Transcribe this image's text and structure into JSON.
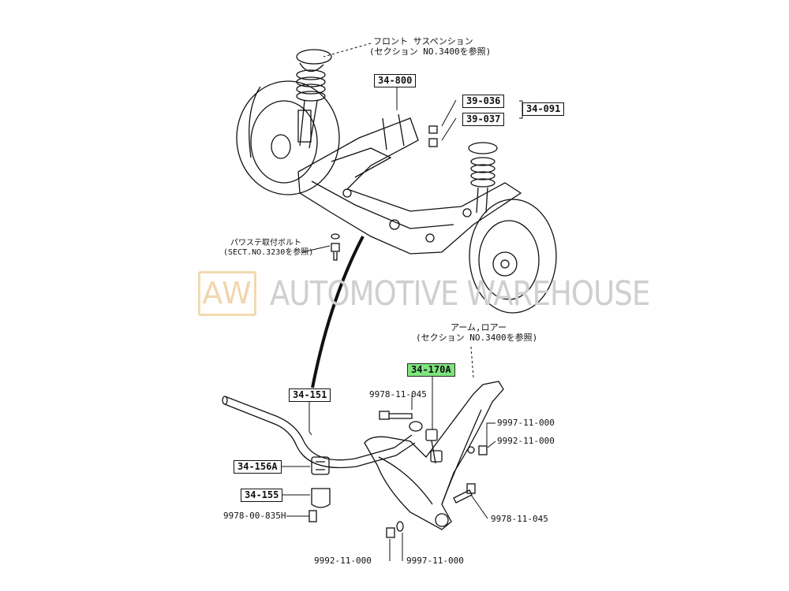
{
  "watermark": {
    "logo": "AW",
    "text": "AUTOMOTIVE WAREHOUSE"
  },
  "notes": {
    "front_suspension": {
      "line1": "フロント サスペンション",
      "line2": "(セクション NO.3400を参照)"
    },
    "power_steering_bolt": {
      "line1": "パワステ取付ボルト",
      "line2": "(SECT.NO.3230を参照)"
    },
    "lower_arm": {
      "line1": "アーム,ロアー",
      "line2": "(セクション NO.3400を参照)"
    }
  },
  "part_boxes": {
    "crossmember": "34-800",
    "part_39_036": "39-036",
    "part_39_037": "39-037",
    "part_34_091": "34-091",
    "link_34_170a": "34-170A",
    "stabilizer": "34-151",
    "bushing": "34-156A",
    "bracket": "34-155"
  },
  "part_numbers": {
    "bolt_top": "9978-11-045",
    "washer_right": "9997-11-000",
    "nut_right": "9992-11-000",
    "bolt_right": "9978-11-045",
    "bracket_bolt": "9978-00-835H",
    "nut_bottom": "9992-11-000",
    "washer_bottom": "9997-11-000"
  },
  "highlight_color": "#7ee47e"
}
